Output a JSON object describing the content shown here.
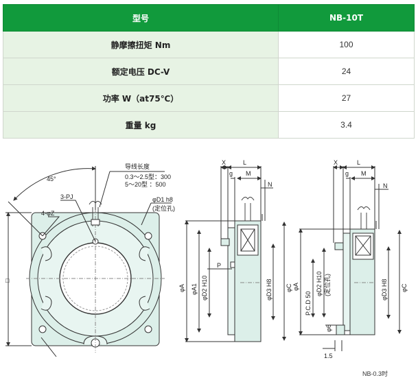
{
  "table": {
    "header": {
      "label": "型号",
      "model": "NB-10T"
    },
    "rows": [
      {
        "label": "静摩擦扭矩 Nm",
        "value": "100"
      },
      {
        "label": "额定电压 DC-V",
        "value": "24"
      },
      {
        "label": "功率 W（at75℃）",
        "value": "27"
      },
      {
        "label": "重量 kg",
        "value": "3.4"
      }
    ]
  },
  "drawing": {
    "front": {
      "angle": "45°",
      "lead_title": "导线长度",
      "lead_line1": "0.3～2.5型：300",
      "lead_line2": "5～20型 ：500",
      "tap": "3-PJ",
      "holes": "4-φZ",
      "pilot": "φD1 h8",
      "pilot_note": "(定位孔)",
      "square": "□"
    },
    "side_left": {
      "x": "X",
      "l": "L",
      "g": "g",
      "m": "M",
      "n": "N",
      "p": "P",
      "a": "φA",
      "a1": "φA1",
      "d2": "φD2 H10",
      "d3": "φD3 H8",
      "c": "φC"
    },
    "side_right": {
      "x": "X",
      "l": "L",
      "g": "g",
      "m": "M",
      "n": "N",
      "a": "φA",
      "pcd": "P.C.D 50",
      "d2": "φD2 H10",
      "d2_note": "(定位孔)",
      "d6": "φ6",
      "d3": "φD3 H8",
      "c": "φC",
      "dim15": "1.5"
    }
  },
  "caption": "NB-0.3时",
  "colors": {
    "header_green": "#119a3c",
    "label_bg": "#e7f3e4",
    "part_fill": "#dcefe9",
    "outline": "#333333"
  }
}
